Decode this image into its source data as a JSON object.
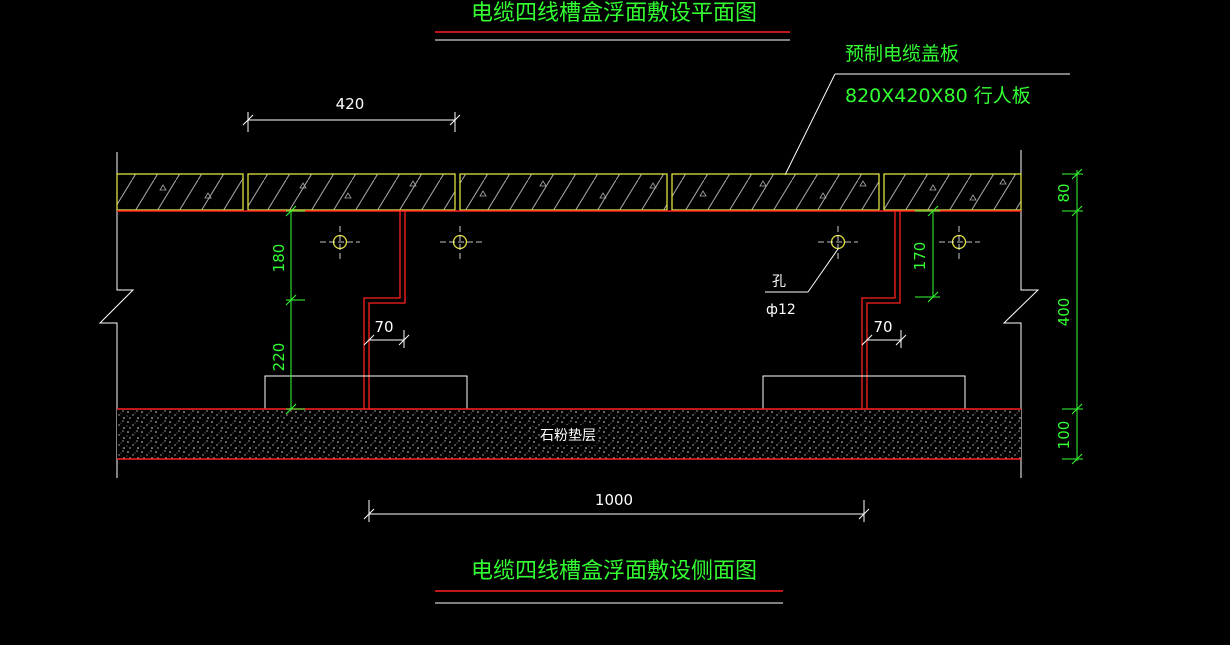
{
  "titles": {
    "top": "电缆四线槽盒浮面敷设平面图",
    "bottom": "电缆四线槽盒浮面敷设侧面图"
  },
  "callouts": {
    "cover_plate_name": "预制电缆盖板",
    "cover_plate_spec": "820X420X80  行人板",
    "hole_label": "孔",
    "hole_size": "ф12",
    "bed_layer": "石粉垫层"
  },
  "dimensions": {
    "plate_width": "420",
    "upper_height": "180",
    "lower_height": "220",
    "offset_left": "70",
    "offset_right": "70",
    "hole_height": "170",
    "span": "1000",
    "right_top": "80",
    "right_mid": "400",
    "right_bottom": "100"
  },
  "colors": {
    "background": "#000000",
    "outline": "#ffffff",
    "section_line": "#ff2020",
    "slab_edge": "#e0e040",
    "dimension": "#33ff33",
    "hatch": "#aaaaaa"
  }
}
